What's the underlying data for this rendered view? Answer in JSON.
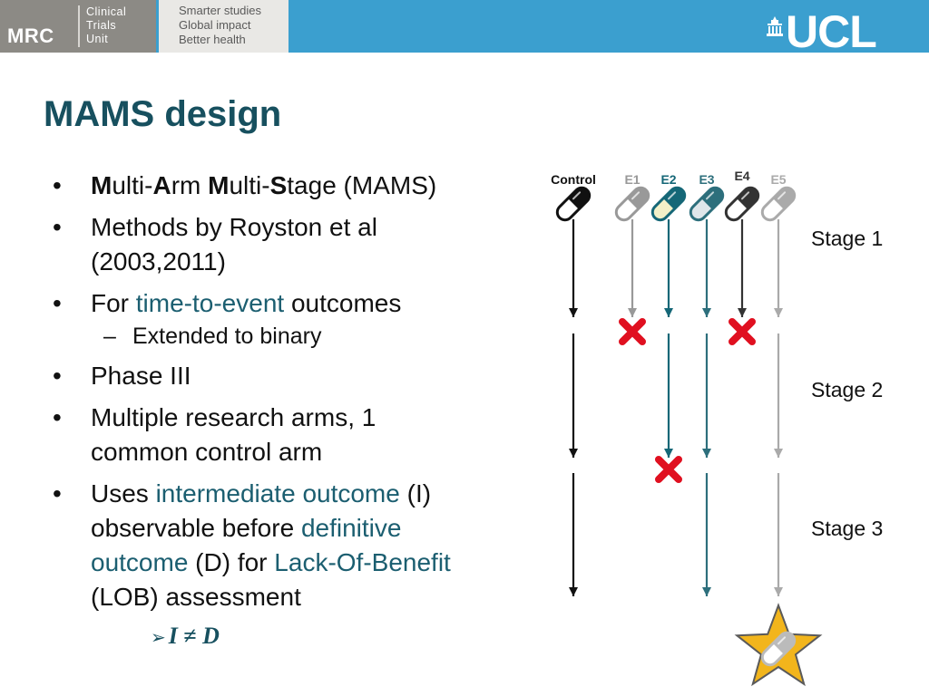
{
  "header": {
    "mrc": "MRC",
    "unit_lines": [
      "Clinical",
      "Trials",
      "Unit"
    ],
    "taglines": [
      "Smarter studies",
      "Global impact",
      "Better health"
    ],
    "ucl": "UCL",
    "banner_color": "#3b9fcf"
  },
  "title": "MAMS design",
  "bullets": {
    "b1": {
      "m": "M",
      "ulti1": "ulti-",
      "a": "A",
      "rm": "rm ",
      "m2": "M",
      "ulti2": "ulti-",
      "s": "S",
      "rest": "tage (MAMS)"
    },
    "b2": {
      "line1": "Methods by Royston et al",
      "line2": "(2003,2011)"
    },
    "b3": {
      "pre": "For ",
      "hl": "time-to-event",
      "post": " outcomes"
    },
    "b3_sub": "Extended to binary",
    "b4": "Phase III",
    "b5": {
      "line1": "Multiple research arms, 1",
      "line2": "common control arm"
    },
    "b6": {
      "pre": "Uses ",
      "hl1": "intermediate outcome",
      "mid1": " (I)",
      "line2_pre": "observable before ",
      "hl2": "definitive",
      "hl3": "outcome",
      "mid2": " (D) for ",
      "hl4": "Lack-Of-Benefit",
      "line4": "(LOB) assessment"
    },
    "formula": {
      "lhs": "I",
      "op": "≠",
      "rhs": "D"
    }
  },
  "diagram": {
    "arms": [
      {
        "label": "Control",
        "color": "#111111",
        "cap": "#ffffff",
        "stopped_after_stage": null
      },
      {
        "label": "E1",
        "color": "#999999",
        "cap": "#ffffff",
        "stopped_after_stage": 1
      },
      {
        "label": "E2",
        "color": "#156777",
        "cap": "#f3f0c8",
        "stopped_after_stage": 2
      },
      {
        "label": "E3",
        "color": "#2d6f7c",
        "cap": "#dfe6ea",
        "stopped_after_stage": null
      },
      {
        "label": "E4",
        "color": "#333333",
        "cap": "#ffffff",
        "stopped_after_stage": 1
      },
      {
        "label": "E5",
        "color": "#aaaaaa",
        "cap": "#ffffff",
        "stopped_after_stage": null
      }
    ],
    "stages": [
      "Stage 1",
      "Stage 2",
      "Stage 3"
    ],
    "stop_mark_color": "#e01020",
    "winner_star_color": "#f2b51c"
  }
}
